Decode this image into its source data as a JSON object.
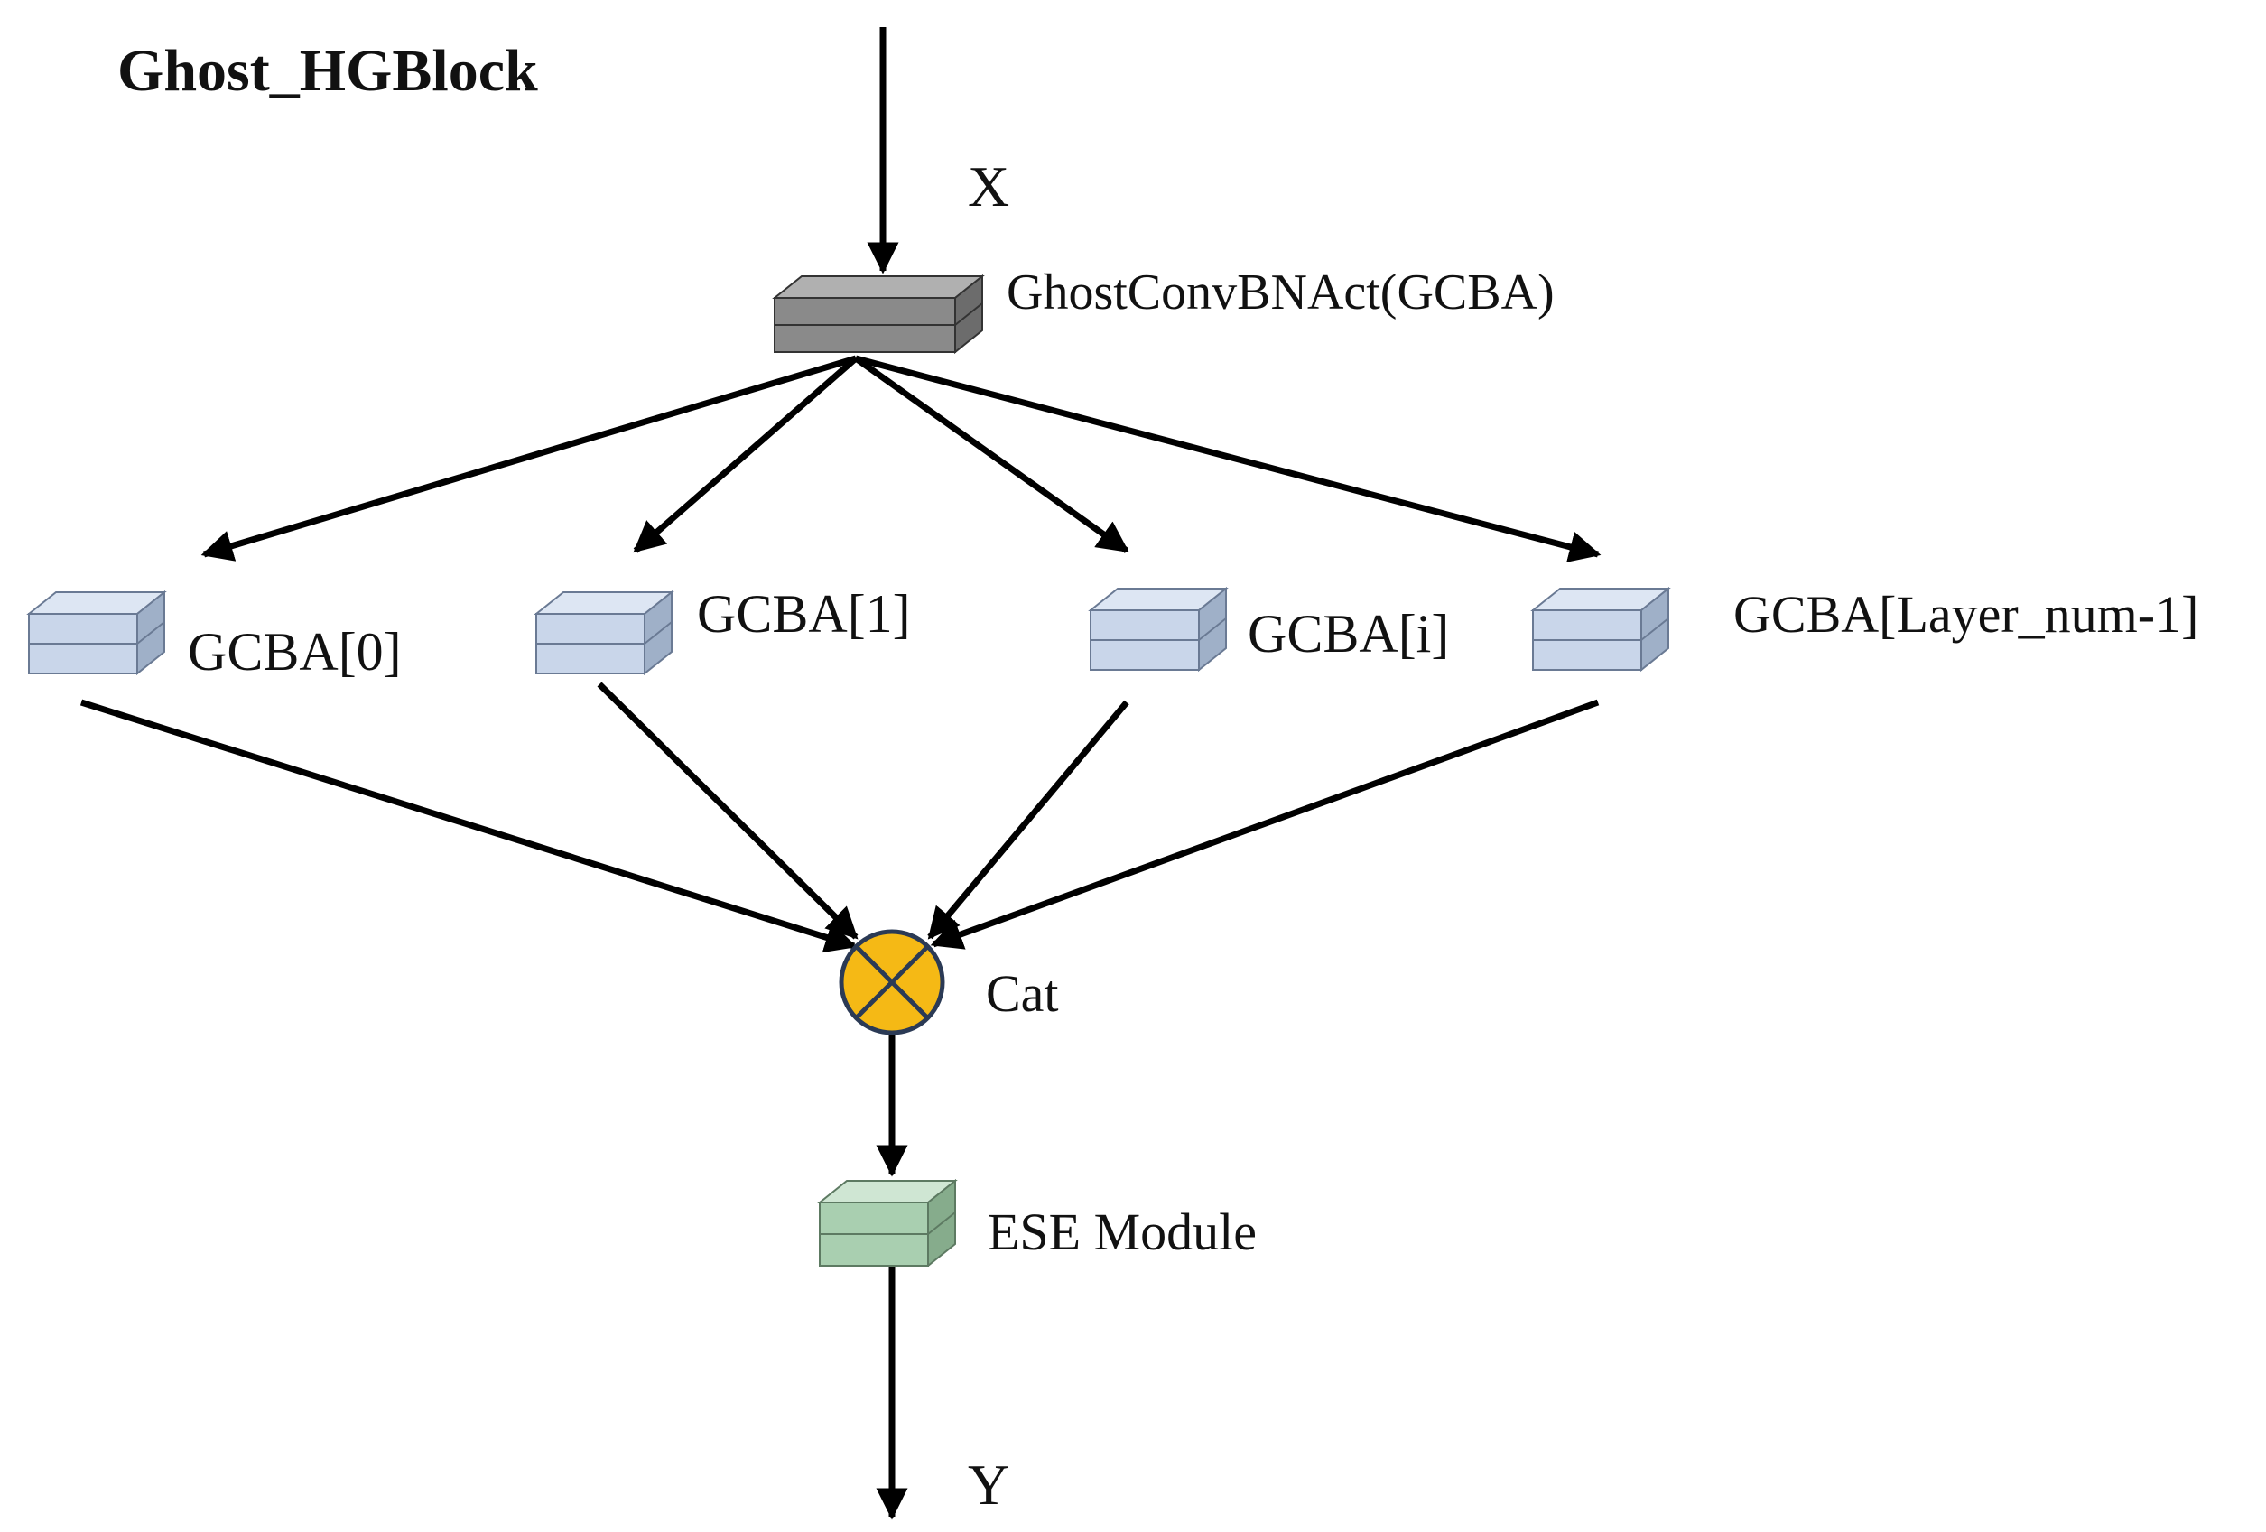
{
  "diagram": {
    "title": "Ghost_HGBlock",
    "input_label": "X",
    "output_label": "Y",
    "stem": {
      "label": "GhostConvBNAct(GCBA)",
      "color": "#8a8a8a"
    },
    "branches": [
      {
        "label": "GCBA[0]",
        "color": "#c9d6ea"
      },
      {
        "label": "GCBA[1]",
        "color": "#c9d6ea"
      },
      {
        "label": "GCBA[i]",
        "color": "#c9d6ea"
      },
      {
        "label": "GCBA[Layer_num-1]",
        "color": "#c9d6ea"
      }
    ],
    "concat": {
      "label": "Cat",
      "color": "#f5b915"
    },
    "ese": {
      "label": "ESE Module",
      "color": "#a9cfb0"
    }
  }
}
